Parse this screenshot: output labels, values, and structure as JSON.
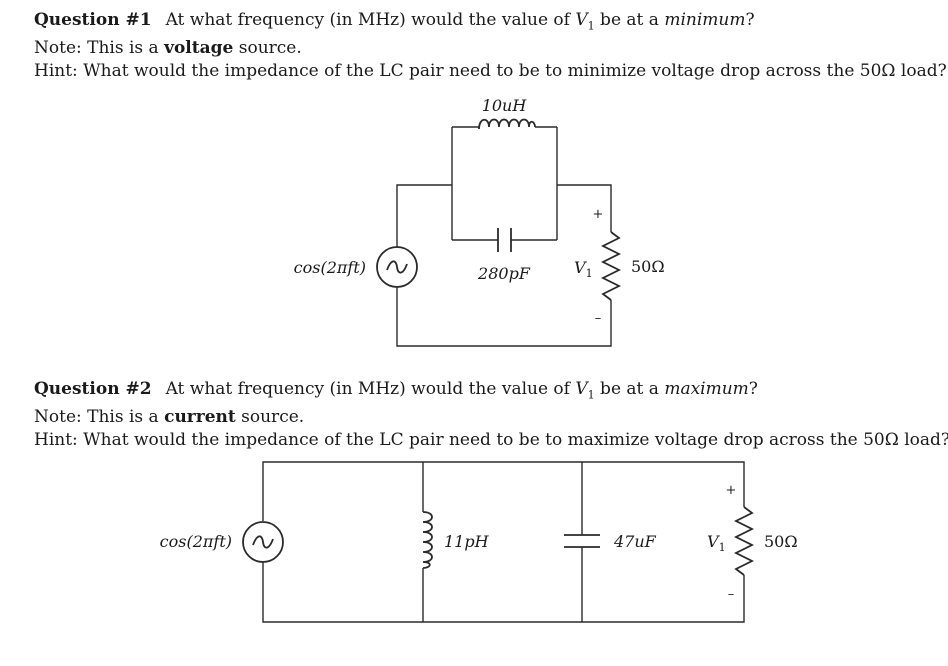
{
  "question1": {
    "label": "Question #1",
    "text_before": "At what frequency (in MHz) would the value of ",
    "var": "V",
    "var_sub": "1",
    "text_mid": " be at a ",
    "emphasis": "minimum",
    "text_after": "?",
    "note_prefix": "Note: This is a ",
    "note_bold": "voltage",
    "note_suffix": " source.",
    "hint": "Hint: What would the impedance of the LC pair need to be to minimize voltage drop across the 50Ω load?"
  },
  "circuit1": {
    "inductor_label": "10uH",
    "capacitor_label": "280pF",
    "source_label": "cos(2πft)",
    "resistor_label": "50Ω",
    "voltage_label": "V",
    "voltage_sub": "1",
    "plus": "+",
    "minus": "–"
  },
  "question2": {
    "label": "Question #2",
    "text_before": "At what frequency (in MHz) would the value of ",
    "var": "V",
    "var_sub": "1",
    "text_mid": " be at a ",
    "emphasis": "maximum",
    "text_after": "?",
    "note_prefix": "Note: This is a ",
    "note_bold": "current",
    "note_suffix": " source.",
    "hint": "Hint: What would the impedance of the LC pair need to be to maximize voltage drop across the 50Ω load?"
  },
  "circuit2": {
    "source_label": "cos(2πft)",
    "inductor_label": "11pH",
    "capacitor_label": "47uF",
    "resistor_label": "50Ω",
    "voltage_label": "V",
    "voltage_sub": "1",
    "plus": "+",
    "minus": "–"
  }
}
